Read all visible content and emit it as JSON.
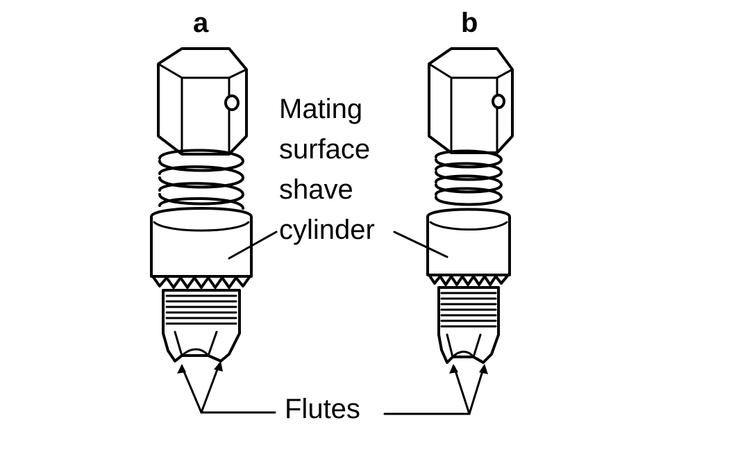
{
  "labels": {
    "a": "a",
    "b": "b",
    "callout_line1": "Mating",
    "callout_line2": "surface",
    "callout_line3": "shave",
    "callout_line4": "cylinder",
    "flutes": "Flutes"
  },
  "colors": {
    "ink": "#000000",
    "paper": "#ffffff"
  }
}
